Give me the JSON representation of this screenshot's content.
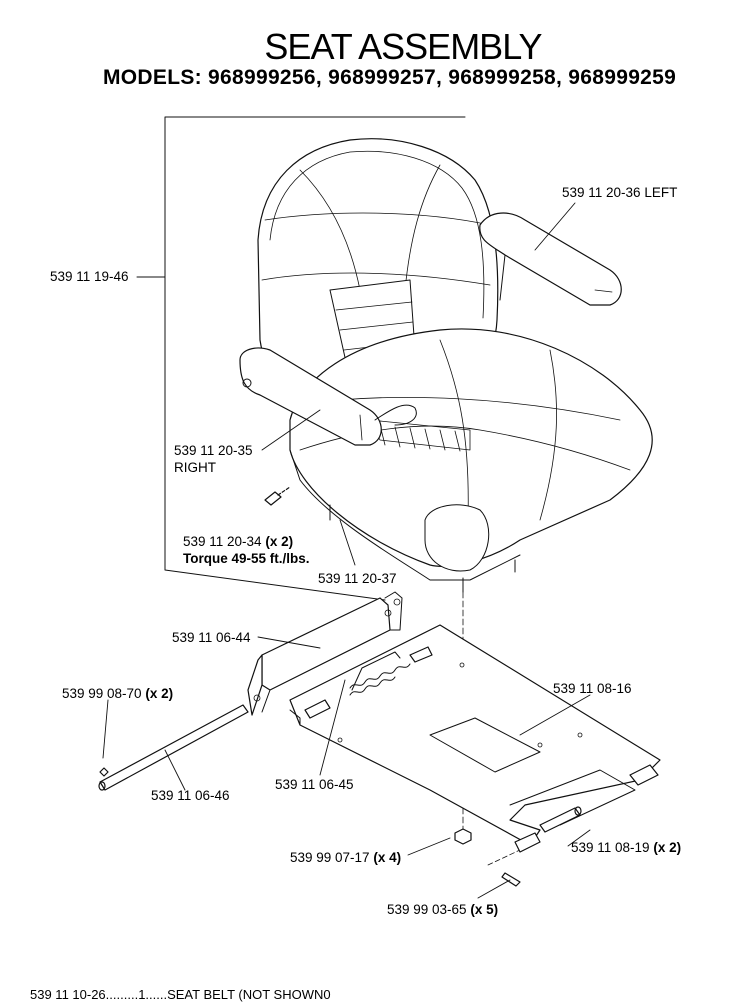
{
  "title": "SEAT ASSEMBLY",
  "subtitle": "MODELS: 968999256, 968999257, 968999258, 968999259",
  "callouts": {
    "seat_assembly": "539 11 19-46",
    "armrest_left": "539 11 20-36 LEFT",
    "armrest_right": "539 11 20-35",
    "armrest_right_side": "RIGHT",
    "bolt": "539 11 20-34",
    "bolt_qty": "(x 2)",
    "torque": "Torque 49-55 ft./lbs.",
    "seat_pan": "539 11 20-37",
    "hinge_bracket": "539 11 06-44",
    "pin_clip": "539 99 08-70",
    "pin_clip_qty": "(x 2)",
    "hinge_rod": "539 11 06-46",
    "spring": "539 11 06-45",
    "seat_plate": "539 11 08-16",
    "nut": "539 99 07-17",
    "nut_qty": "(x 4)",
    "roller": "539 11 08-19",
    "roller_qty": "(x 2)",
    "cotter_pin": "539 99 03-65",
    "cotter_pin_qty": "(x 5)"
  },
  "parts_list": [
    {
      "part": "539 11 10-26",
      "qty": "1",
      "description": "SEAT BELT (NOT SHOWN0"
    }
  ]
}
